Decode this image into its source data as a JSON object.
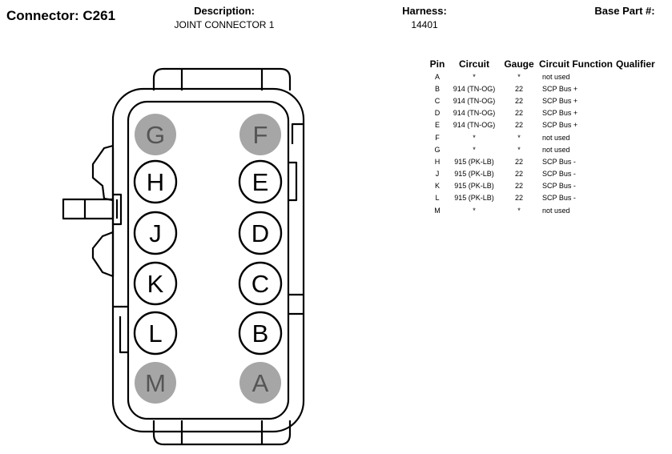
{
  "header": {
    "connector": "Connector: C261",
    "description_label": "Description:",
    "description_value": "JOINT CONNECTOR 1",
    "harness_label": "Harness:",
    "harness_value": "14401",
    "base_part_label": "Base Part #:"
  },
  "table": {
    "columns": [
      "Pin",
      "Circuit",
      "Gauge",
      "Circuit Function",
      "Qualifier"
    ],
    "rows": [
      {
        "pin": "A",
        "circuit": "*",
        "gauge": "*",
        "function": "not used"
      },
      {
        "pin": "B",
        "circuit": "914 (TN-OG)",
        "gauge": "22",
        "function": "SCP Bus +"
      },
      {
        "pin": "C",
        "circuit": "914 (TN-OG)",
        "gauge": "22",
        "function": "SCP Bus +"
      },
      {
        "pin": "D",
        "circuit": "914 (TN-OG)",
        "gauge": "22",
        "function": "SCP Bus +"
      },
      {
        "pin": "E",
        "circuit": "914 (TN-OG)",
        "gauge": "22",
        "function": "SCP Bus +"
      },
      {
        "pin": "F",
        "circuit": "*",
        "gauge": "*",
        "function": "not used"
      },
      {
        "pin": "G",
        "circuit": "*",
        "gauge": "*",
        "function": "not used"
      },
      {
        "pin": "H",
        "circuit": "915 (PK-LB)",
        "gauge": "22",
        "function": "SCP Bus -"
      },
      {
        "pin": "J",
        "circuit": "915 (PK-LB)",
        "gauge": "22",
        "function": "SCP Bus -"
      },
      {
        "pin": "K",
        "circuit": "915 (PK-LB)",
        "gauge": "22",
        "function": "SCP Bus -"
      },
      {
        "pin": "L",
        "circuit": "915 (PK-LB)",
        "gauge": "22",
        "function": "SCP Bus -"
      },
      {
        "pin": "M",
        "circuit": "*",
        "gauge": "*",
        "function": "not used"
      }
    ]
  },
  "connector_pins": [
    {
      "label": "G",
      "used": false
    },
    {
      "label": "F",
      "used": false
    },
    {
      "label": "H",
      "used": true
    },
    {
      "label": "E",
      "used": true
    },
    {
      "label": "J",
      "used": true
    },
    {
      "label": "D",
      "used": true
    },
    {
      "label": "K",
      "used": true
    },
    {
      "label": "C",
      "used": true
    },
    {
      "label": "L",
      "used": true
    },
    {
      "label": "B",
      "used": true
    },
    {
      "label": "M",
      "used": false
    },
    {
      "label": "A",
      "used": false
    }
  ],
  "colors": {
    "unused_pin_fill": "#a6a6a6",
    "used_pin_fill": "#ffffff",
    "outline": "#000000",
    "unused_label": "#555555"
  }
}
